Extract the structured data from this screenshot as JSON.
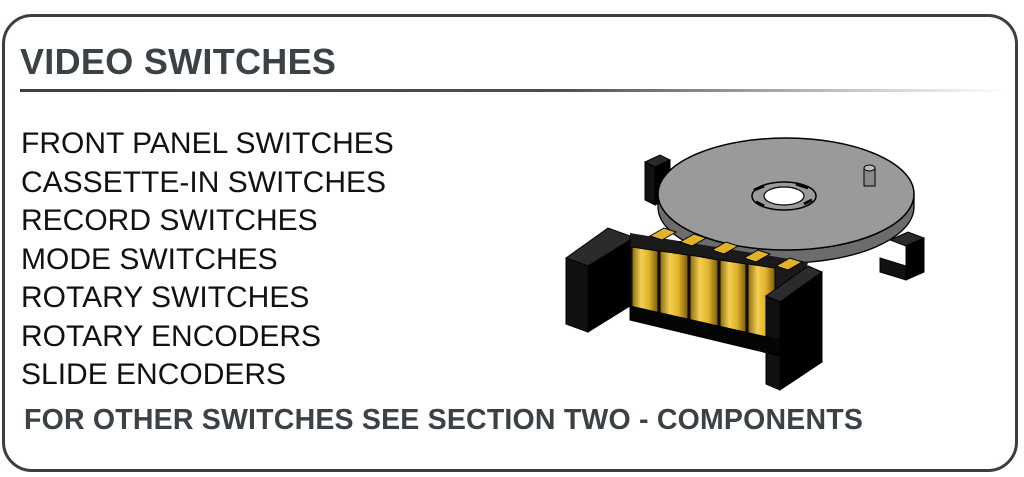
{
  "section": {
    "title": "VIDEO SWITCHES",
    "items": [
      "FRONT PANEL SWITCHES",
      "CASSETTE-IN SWITCHES",
      "RECORD SWITCHES",
      "MODE SWITCHES",
      "ROTARY SWITCHES",
      "ROTARY ENCODERS",
      "SLIDE ENCODERS"
    ],
    "footer": "FOR OTHER SWITCHES SEE SECTION TWO - COMPONENTS"
  },
  "illustration": {
    "icon": "rotary-encoder-icon"
  },
  "colors": {
    "title": "#3b4246",
    "border": "#3a3f42",
    "disc": "#9a9a9a",
    "contacts": "#e0b42a"
  }
}
